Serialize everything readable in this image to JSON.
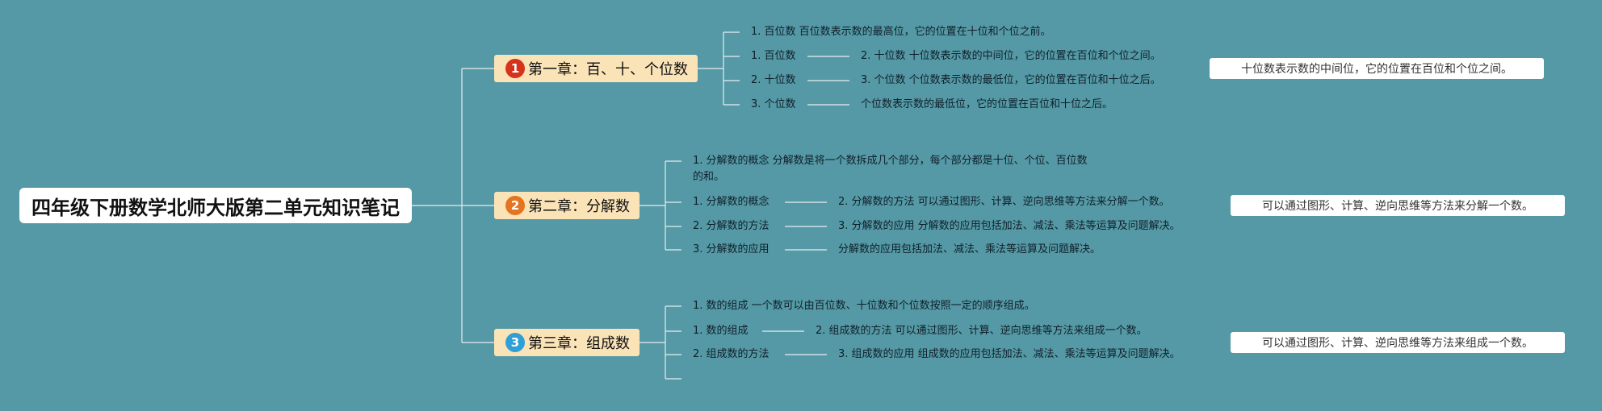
{
  "colors": {
    "background": "#5499a5",
    "chapter_fill": "#fbe3b8",
    "badge_1": "#d6331d",
    "badge_2": "#e57420",
    "badge_3": "#2f9fd8",
    "line": "#e6eef0"
  },
  "root": {
    "title": "四年级下册数学北师大版第二单元知识笔记"
  },
  "chapters": [
    {
      "badge": "1",
      "title": "第一章：百、十、个位数",
      "intro": "1. 百位数 百位数表示数的最高位，它的位置在十位和个位之前。",
      "rows": [
        {
          "label": "1. 百位数",
          "detail": "2. 十位数 十位数表示数的中间位，它的位置在百位和个位之间。"
        },
        {
          "label": "2. 十位数",
          "detail": "3. 个位数 个位数表示数的最低位，它的位置在百位和十位之后。"
        },
        {
          "label": "3. 个位数",
          "detail": "个位数表示数的最低位，它的位置在百位和十位之后。"
        }
      ],
      "note": "十位数表示数的中间位，它的位置在百位和个位之间。"
    },
    {
      "badge": "2",
      "title": "第二章：分解数",
      "intro": "1. 分解数的概念 分解数是将一个数拆成几个部分，每个部分都是十位、个位、百位数的和。",
      "rows": [
        {
          "label": "1. 分解数的概念",
          "detail": "2. 分解数的方法 可以通过图形、计算、逆向思维等方法来分解一个数。"
        },
        {
          "label": "2. 分解数的方法",
          "detail": "3. 分解数的应用 分解数的应用包括加法、减法、乘法等运算及问题解决。"
        },
        {
          "label": "3. 分解数的应用",
          "detail": "分解数的应用包括加法、减法、乘法等运算及问题解决。"
        }
      ],
      "note": "可以通过图形、计算、逆向思维等方法来分解一个数。"
    },
    {
      "badge": "3",
      "title": "第三章：组成数",
      "intro": "1. 数的组成 一个数可以由百位数、十位数和个位数按照一定的顺序组成。",
      "rows": [
        {
          "label": "1. 数的组成",
          "detail": "2. 组成数的方法 可以通过图形、计算、逆向思维等方法来组成一个数。"
        },
        {
          "label": "2. 组成数的方法",
          "detail": "3. 组成数的应用 组成数的应用包括加法、减法、乘法等运算及问题解决。"
        }
      ],
      "note": "可以通过图形、计算、逆向思维等方法来组成一个数。"
    }
  ]
}
